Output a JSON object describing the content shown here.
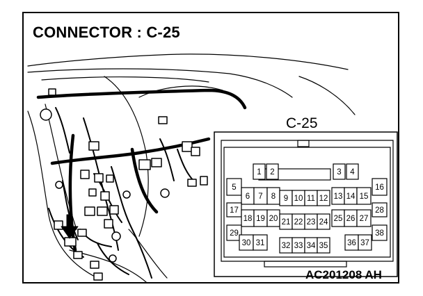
{
  "title": "CONNECTOR : C-25",
  "connector_label": "C-25",
  "reference_code": "AC201208 AH",
  "pins": [
    "1",
    "2",
    "3",
    "4",
    "5",
    "6",
    "7",
    "8",
    "9",
    "10",
    "11",
    "12",
    "13",
    "14",
    "15",
    "16",
    "17",
    "18",
    "19",
    "20",
    "21",
    "22",
    "23",
    "24",
    "25",
    "26",
    "27",
    "28",
    "29",
    "30",
    "31",
    "32",
    "33",
    "34",
    "35",
    "36",
    "37",
    "38"
  ],
  "colors": {
    "line": "#000000",
    "background": "#ffffff"
  }
}
